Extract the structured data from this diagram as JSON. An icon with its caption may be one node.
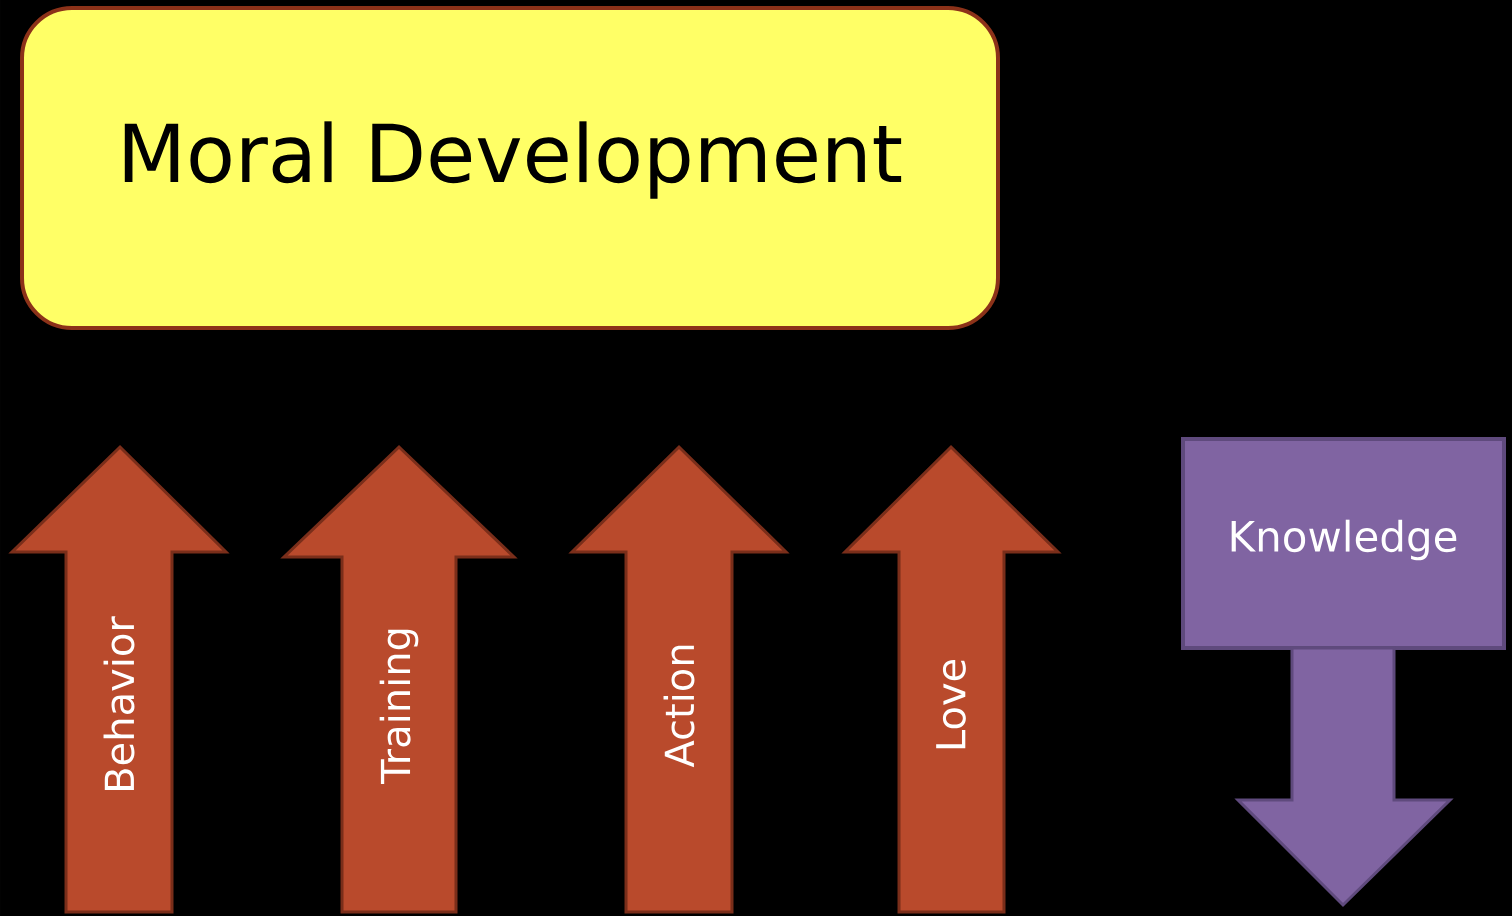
{
  "diagram": {
    "nodes": [
      {
        "text": [
          "Moral Development"
        ]
      },
      {
        "text": [
          "Behavior"
        ]
      },
      {
        "text": [
          "Training"
        ]
      },
      {
        "text": [
          "Action"
        ]
      },
      {
        "text": [
          "Love"
        ]
      },
      {
        "text": [
          "Knowledge"
        ]
      }
    ]
  }
}
